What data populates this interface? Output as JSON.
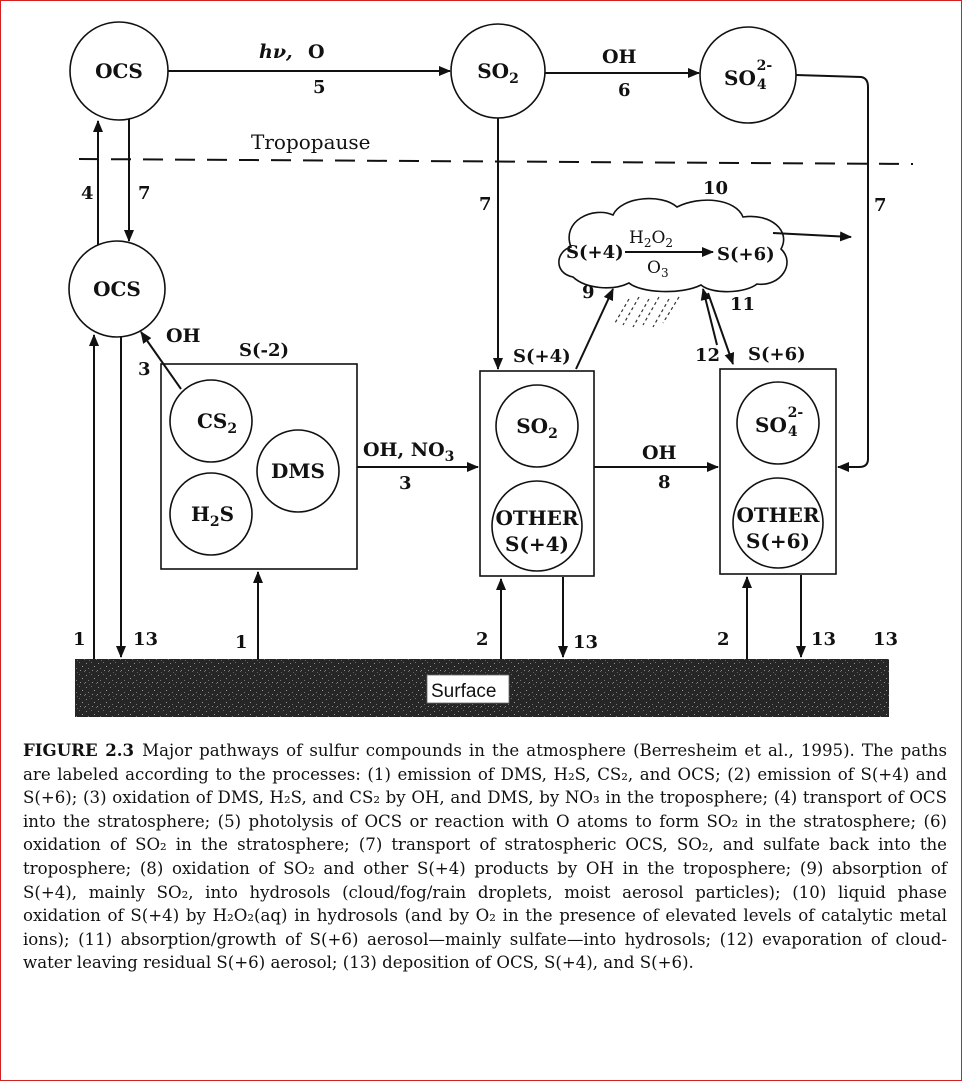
{
  "diagram": {
    "tropopause_label": "Tropopause",
    "surface_label": "Surface",
    "strat": {
      "ocs": "OCS",
      "so2": "SO",
      "so2_sub": "2",
      "so4": "SO",
      "so4_sub": "4",
      "so4_sup": "2-"
    },
    "trop": {
      "ocs": "OCS",
      "oh_ocs": "OH",
      "box_s_minus2": "S(-2)",
      "cs2": "CS",
      "cs2_sub": "2",
      "h2s_h": "H",
      "h2s_sub": "2",
      "h2s_s": "S",
      "dms": "DMS",
      "box_s4": "S(+4)",
      "so2": "SO",
      "so2_sub": "2",
      "other": "OTHER",
      "other_s4": "S(+4)",
      "box_s6": "S(+6)",
      "so4": "SO",
      "so4_sub": "4",
      "so4_sup": "2-",
      "other_s6": "S(+6)"
    },
    "cloud": {
      "s4": "S(+4)",
      "s6": "S(+6)",
      "h2o2_h": "H",
      "h2o2_sub1": "2",
      "h2o2_o": "O",
      "h2o2_sub2": "2",
      "o3_o": "O",
      "o3_sub": "3"
    },
    "reactants": {
      "hv": "hν,",
      "o_atom": "O",
      "oh_strat": "OH",
      "oh_no3_a": "OH, NO",
      "oh_no3_sub": "3",
      "oh_trop": "OH"
    },
    "path_numbers": {
      "p5": "5",
      "p6": "6",
      "p4": "4",
      "p7_left": "7",
      "p7_mid": "7",
      "p7_right": "7",
      "p10": "10",
      "p9": "9",
      "p11": "11",
      "p12": "12",
      "p3_oh": "3",
      "p3": "3",
      "p8": "8",
      "p1_left": "1",
      "p13_left": "13",
      "p1_mid": "1",
      "p2_mid": "2",
      "p13_mid": "13",
      "p2_right": "2",
      "p13_right": "13",
      "p13_far": "13"
    }
  },
  "caption": {
    "label": "FIGURE 2.3",
    "text": "Major pathways of sulfur compounds in the atmosphere (Berresheim et al., 1995). The paths are labeled according to the processes: (1) emission of DMS, H₂S, CS₂, and OCS; (2) emission of S(+4) and S(+6); (3) oxidation of DMS, H₂S, and CS₂ by OH, and DMS, by NO₃ in the troposphere; (4) transport of OCS into the stratosphere; (5) photolysis of OCS or reaction with O atoms to form SO₂ in the stratosphere; (6) oxidation of SO₂ in the stratosphere; (7) transport of stratospheric OCS, SO₂, and sulfate back into the troposphere; (8) oxidation of SO₂ and other S(+4) products by OH in the troposphere; (9) absorption of S(+4), mainly SO₂, into hydrosols (cloud/fog/rain droplets, moist aerosol particles); (10) liquid phase oxidation of S(+4) by H₂O₂(aq) in hydrosols (and by O₂ in the presence of elevated levels of catalytic metal ions); (11) absorption/growth of S(+6) aerosol—mainly sulfate—into hydrosols; (12) evaporation of cloud-water leaving residual S(+6) aerosol; (13) deposition of OCS, S(+4), and S(+6)."
  }
}
